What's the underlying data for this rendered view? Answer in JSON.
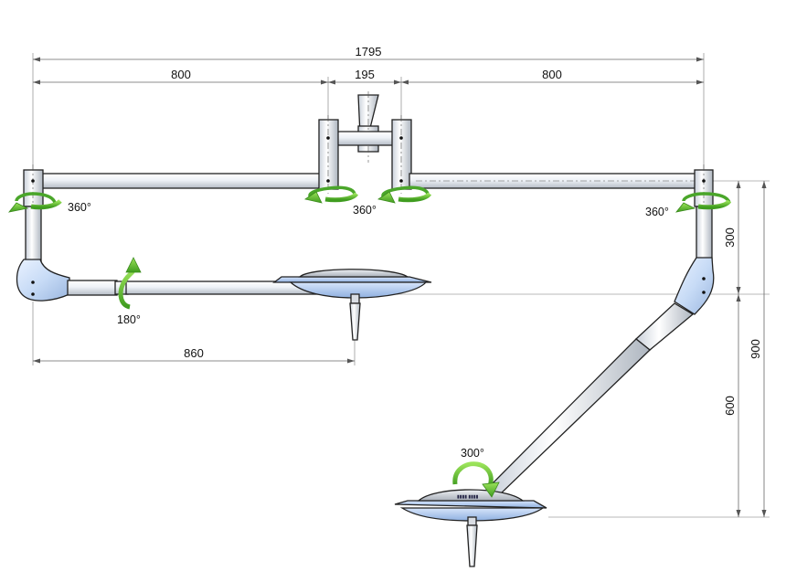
{
  "dimensions": {
    "overall_width": "1795",
    "left_arm": "800",
    "center_mount": "195",
    "right_arm": "800",
    "light_arm": "860",
    "drop_height": "300",
    "arm_height": "600",
    "total_height": "900"
  },
  "rotations": {
    "left_pivot": "360°",
    "center_mount": "360°",
    "right_pivot": "360°",
    "tilt": "180°",
    "lamp": "300°"
  },
  "colors": {
    "arrow_green": "#4aa62a",
    "joint_blue": "#c7dbf6",
    "tube_grey": "#eef2f7"
  }
}
